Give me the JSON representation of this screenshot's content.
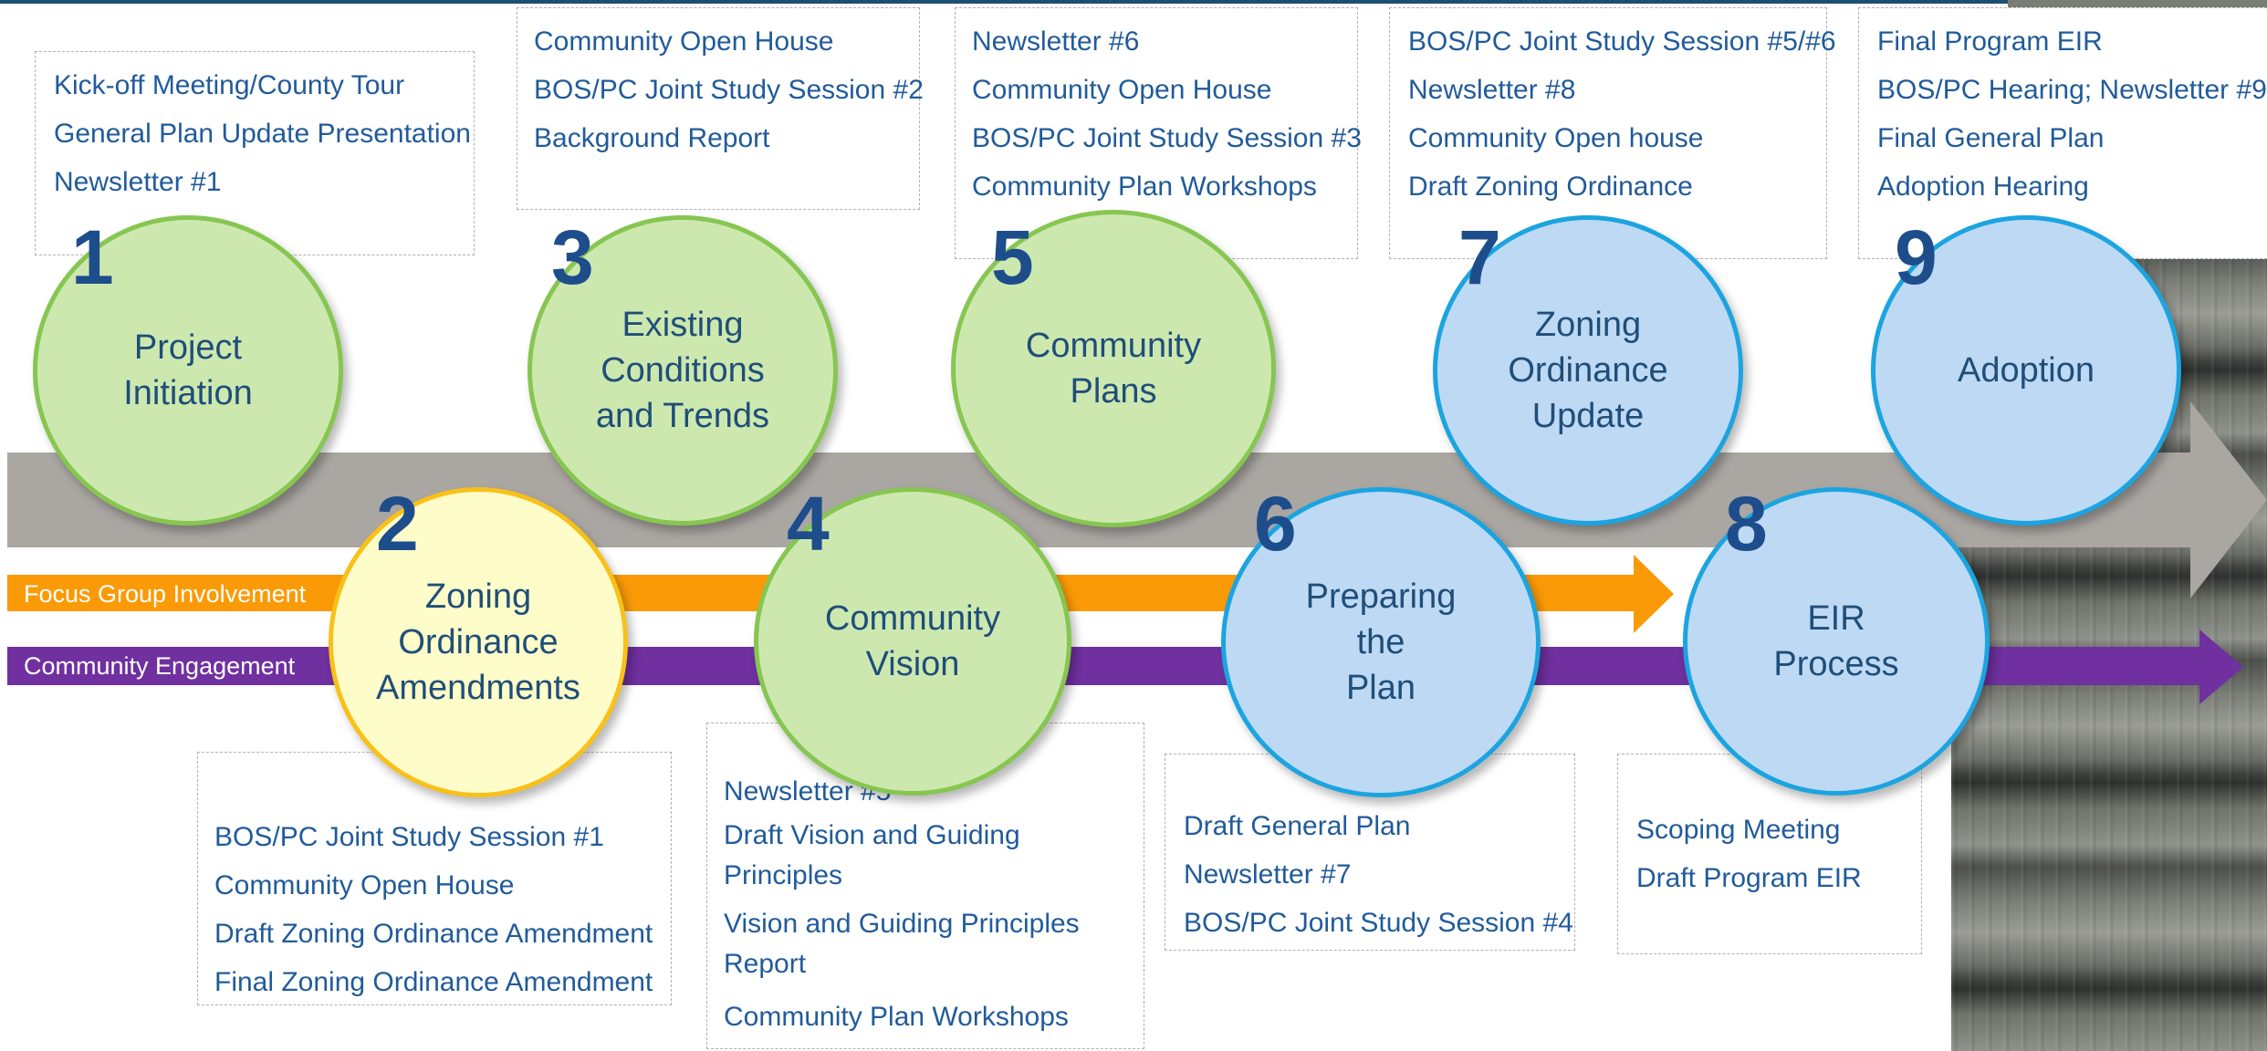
{
  "bands": {
    "focus": "Focus Group Involvement",
    "community": "Community Engagement"
  },
  "steps": [
    {
      "number": "1",
      "title": "Project\nInitiation",
      "items": [
        "Kick-off Meeting/County Tour",
        "General Plan Update Presentation",
        "Newsletter #1"
      ]
    },
    {
      "number": "2",
      "title": "Zoning\nOrdinance\nAmendments",
      "items": [
        "BOS/PC Joint Study Session #1",
        "Community Open House",
        "Draft Zoning Ordinance Amendment",
        "Final Zoning Ordinance Amendment"
      ]
    },
    {
      "number": "3",
      "title": "Existing\nConditions\nand Trends",
      "items": [
        "Community Open House",
        "BOS/PC Joint Study Session #2",
        "Background Report"
      ]
    },
    {
      "number": "4",
      "title": "Community\nVision",
      "items": [
        "Newsletter #5",
        "Draft Vision and Guiding Principles",
        "Vision and Guiding Principles Report",
        "Community Plan Workshops"
      ]
    },
    {
      "number": "5",
      "title": "Community\nPlans",
      "items": [
        "Newsletter #6",
        "Community Open House",
        "BOS/PC Joint Study Session #3",
        "Community Plan Workshops"
      ]
    },
    {
      "number": "6",
      "title": "Preparing\nthe\nPlan",
      "items": [
        "Draft General Plan",
        "Newsletter #7",
        "BOS/PC Joint Study Session #4"
      ]
    },
    {
      "number": "7",
      "title": "Zoning\nOrdinance\nUpdate",
      "items": [
        "BOS/PC Joint Study Session #5/#6",
        "Newsletter #8",
        "Community Open house",
        "Draft Zoning Ordinance"
      ]
    },
    {
      "number": "8",
      "title": "EIR\nProcess",
      "items": [
        "Scoping Meeting",
        "Draft Program EIR"
      ]
    },
    {
      "number": "9",
      "title": "Adoption",
      "items": [
        "Final Program EIR",
        "BOS/PC Hearing; Newsletter #9",
        "Final General Plan",
        "Adoption Hearing"
      ]
    }
  ],
  "colors": {
    "green_fill": "#cde8af",
    "green_border": "#86c651",
    "yellow_fill": "#fefdc9",
    "yellow_border": "#f8c019",
    "blue_fill": "#bed9f4",
    "blue_border": "#1ba4e0",
    "gray_arrow": "#aaa6a2",
    "orange_arrow": "#fb9a07",
    "purple_arrow": "#7030a0",
    "text_blue": "#215b9a",
    "number_blue": "#1e4d8b"
  }
}
